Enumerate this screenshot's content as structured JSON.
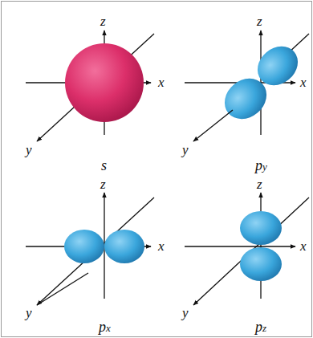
{
  "diagram": {
    "labels": [
      "z",
      "x",
      "y",
      "s",
      "z",
      "x",
      "y",
      "py",
      "z",
      "x",
      "y",
      "px",
      "z",
      "x",
      "y",
      "pz"
    ]
  }
}
